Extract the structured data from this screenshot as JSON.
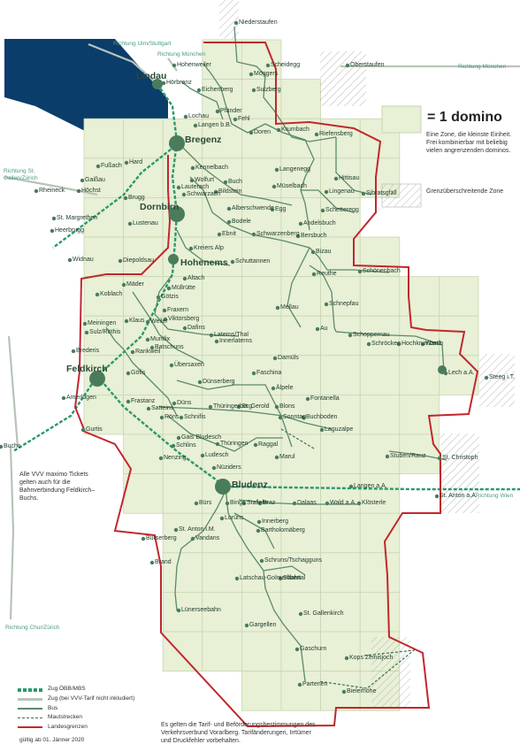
{
  "colors": {
    "zone_fill": "#e8f0d6",
    "zone_border": "#c9d6b0",
    "route": "#5a8a6a",
    "route_dark": "#3f6e52",
    "rail_dash": "#2a9a6a",
    "rail_other": "#b7c4b7",
    "border_red": "#c0282d",
    "lake": "#0b3d6b",
    "hatch": "#9a9a9a"
  },
  "legend": {
    "domino_title": "= 1 domino",
    "domino_text": "Eine Zone, die kleinste Einheit. Frei kombinierbar mit beliebig vielen angrenzenden dominos.",
    "border_zone_text": "Grenzüberschreitende Zone",
    "items": [
      {
        "label": "Zug ÖBB/MBS",
        "icon": "rail-obb-line"
      },
      {
        "label": "Zug (bei VVV-Tarif nicht inkludiert)",
        "icon": "rail-other-line"
      },
      {
        "label": "Bus",
        "icon": "bus-line"
      },
      {
        "label": "Mautstrecken",
        "icon": "toll-line"
      },
      {
        "label": "Landesgrenzen",
        "icon": "border-line"
      }
    ],
    "validity": "gültig ab 01. Jänner 2020",
    "disclaimer": "Es gelten die Tarif- und Beförderungsbestimmungen des Verkehrsverbund Vorarlberg. Tarifänderungen, Irrtümer und Druckfehler vorbehalten.",
    "maximo_note": "Alle VVV maximo Tickets gelten auch für die Bahnverbindung Feldkirch–Buchs."
  },
  "directions": {
    "ulm": "Richtung Ulm/Stuttgart",
    "muenchen1": "Richtung München",
    "muenchen2": "Richtung München",
    "stgallen": "Richtung St. Gallen/Zürich",
    "chur": "Richtung Chur/Zürich",
    "wien": "Richtung Wien"
  },
  "cities": {
    "lindau": "Lindau",
    "bregenz": "Bregenz",
    "dornbirn": "Dornbirn",
    "hohenems": "Hohenems",
    "feldkirch": "Feldkirch",
    "bludenz": "Bludenz"
  },
  "places": [
    "Niederstaufen",
    "Oberstaufen",
    "Hohenweiler",
    "Scheidegg",
    "Möggers",
    "Hörbranz",
    "Eichenberg",
    "Sulzberg",
    "Lochau",
    "Pfänder",
    "Langen b.B.",
    "Fehl",
    "Doren",
    "Krumbach",
    "Riefensberg",
    "Hard",
    "Fußach",
    "Gaißau",
    "Höchst",
    "Rheineck",
    "Kennelbach",
    "Wolfurt",
    "Lauterach",
    "Schwarzach",
    "Bildstein",
    "Buch",
    "Müselbach",
    "Langenegg",
    "Hittisau",
    "Sibratsgfäll",
    "Lingenau",
    "Brugg",
    "St. Margrethen",
    "Lustenau",
    "Alberschwende",
    "Egg",
    "Schetteregg",
    "Andelsbuch",
    "Heerbrugg",
    "Widnau",
    "Diepoldsau",
    "Bodele",
    "Ebnit",
    "Schwarzenberg",
    "Bersbuch",
    "Bizau",
    "Kreiers Alp",
    "Schuttannen",
    "Reuthe",
    "Schönenbach",
    "Altach",
    "Mellau",
    "Mäder",
    "Koblach",
    "Götzis",
    "Müllrütte",
    "Fraxern",
    "Schnepfau",
    "Meiningen",
    "Klaus",
    "Weiler",
    "Viktorsberg",
    "Sulz/Röthis",
    "Dafins",
    "Au",
    "Schoppernau",
    "Muntlix",
    "Laterns/Thal",
    "Brederis",
    "Batschuns",
    "Innerlaterns",
    "Schröcken",
    "Hochkrumbach",
    "Warth",
    "Rankweil",
    "Damüls",
    "Übersaxen",
    "Lech a.A.",
    "Steeg i.T.",
    "Göfis",
    "Dünserberg",
    "Fontanella",
    "Faschina",
    "Älpele",
    "Amerlügen",
    "Frastanz",
    "Düns",
    "Satteins",
    "Thüringerberg",
    "St. Gerold",
    "Blons",
    "Sonntag",
    "Buchboden",
    "Röns",
    "Schnifis",
    "Gurtis",
    "Laguzalpe",
    "Gais Bludesch",
    "Thüringen",
    "Raggal",
    "Schlins",
    "Ludesch",
    "Marul",
    "Nenzing",
    "Nüziders",
    "Stuben/Rauz",
    "St. Christoph",
    "Buchs",
    "Langen a.A.",
    "Bürs",
    "Bings",
    "Stallehr",
    "Braz",
    "Dalaas",
    "Wald a.A.",
    "Klösterle",
    "St. Anton a.A.",
    "Lorüns",
    "Innerberg",
    "Bartholomäberg",
    "St. Anton i.M.",
    "Vandans",
    "Bürserberg",
    "Brand",
    "Schruns/Tschagguns",
    "Silbertal",
    "Latschau-Golmerbahn",
    "Lünerseebahn",
    "St. Gallenkirch",
    "Gargellen",
    "Gaschurn",
    "Kops Zeinisjoch",
    "Partenen",
    "Bielerhöhe"
  ]
}
